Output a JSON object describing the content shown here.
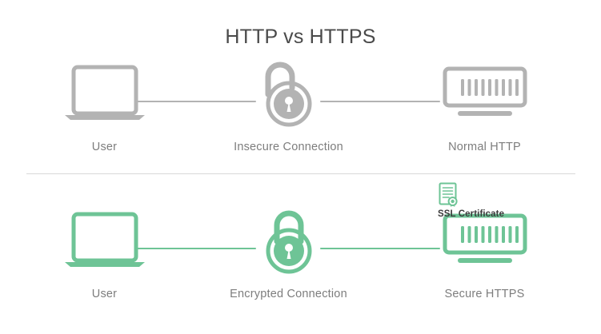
{
  "title": "HTTP vs HTTPS",
  "colors": {
    "gray": "#b3b3b3",
    "green": "#6ec496",
    "title_text": "#4a4a4a",
    "label_text": "#7d7d7d",
    "ssl_text": "#3b3b3b",
    "divider": "#d9d9d9",
    "background": "#ffffff"
  },
  "rows": [
    {
      "id": "http",
      "accent": "#b3b3b3",
      "nodes": [
        {
          "icon": "laptop-icon",
          "label": "User"
        },
        {
          "icon": "unlocked-padlock-icon",
          "label": "Insecure Connection"
        },
        {
          "icon": "server-icon",
          "label": "Normal HTTP"
        }
      ]
    },
    {
      "id": "https",
      "accent": "#6ec496",
      "nodes": [
        {
          "icon": "laptop-icon",
          "label": "User"
        },
        {
          "icon": "locked-padlock-icon",
          "label": "Encrypted Connection"
        },
        {
          "icon": "server-icon",
          "label": "Secure HTTPS"
        }
      ]
    }
  ],
  "ssl_certificate": {
    "label": "SSL Certificate",
    "icon": "certificate-seal-icon"
  },
  "server_icon": {
    "bar_count": 9
  }
}
